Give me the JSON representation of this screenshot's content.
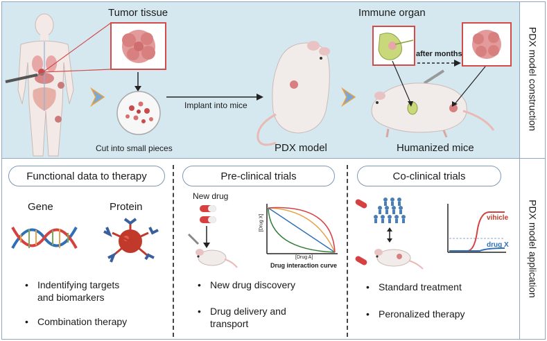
{
  "top": {
    "tumor_tissue": "Tumor tissue",
    "cut_into_pieces": "Cut into small pieces",
    "implant_into_mice": "Implant into mice",
    "pdx_model": "PDX model",
    "immune_organ": "Immune organ",
    "after_months": "after months",
    "humanized_mice": "Humanized mice",
    "side_label": "PDX model construction"
  },
  "bottom": {
    "side_label": "PDX model application",
    "functional": {
      "title": "Functional data to therapy",
      "gene": "Gene",
      "protein": "Protein",
      "bullets": [
        "Indentifying targets",
        "and biomarkers",
        "Combination therapy"
      ]
    },
    "preclinical": {
      "title": "Pre-clinical trials",
      "new_drug": "New drug",
      "axis_y": "[Drug X]",
      "axis_x": "[Drug A]",
      "curve_caption": "Drug interaction curve",
      "bullets": [
        "New drug discovery",
        "Drug delivery and",
        "transport"
      ]
    },
    "coclinical": {
      "title": "Co-clinical trials",
      "vihicle": "vihicle",
      "drug_x": "drug X",
      "bullets": [
        "Standard treatment",
        "Peronalized therapy"
      ]
    }
  },
  "colors": {
    "top_bg": "#d6e8ef",
    "border": "#8fa7c4",
    "pill_border": "#7f97b6",
    "tumor": "#e08a8a",
    "red_frame": "#d24a4a",
    "mouse": "#f1ecea"
  }
}
